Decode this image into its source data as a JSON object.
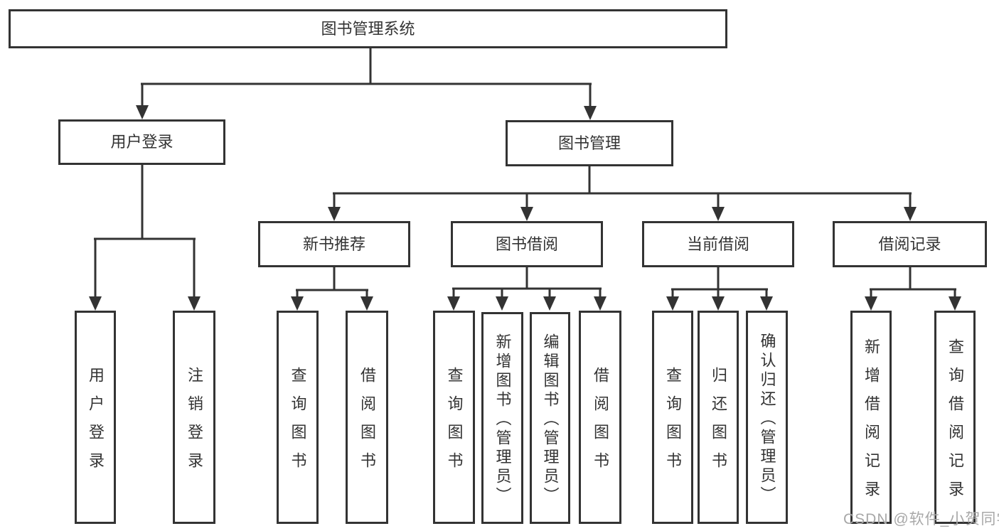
{
  "colors": {
    "line": "#333333",
    "text": "#333333",
    "watermark": "#a8a8a8"
  },
  "tree": {
    "root": {
      "label": "图书管理系统",
      "children": [
        {
          "label": "用户登录",
          "children": [
            {
              "label": "用户登录"
            },
            {
              "label": "注销登录"
            }
          ]
        },
        {
          "label": "图书管理",
          "children": [
            {
              "label": "新书推荐",
              "children": [
                {
                  "label": "查询图书"
                },
                {
                  "label": "借阅图书"
                }
              ]
            },
            {
              "label": "图书借阅",
              "children": [
                {
                  "label": "查询图书"
                },
                {
                  "label": "新增图书（管理员）"
                },
                {
                  "label": "编辑图书（管理员）"
                },
                {
                  "label": "借阅图书"
                }
              ]
            },
            {
              "label": "当前借阅",
              "children": [
                {
                  "label": "查询图书"
                },
                {
                  "label": "归还图书"
                },
                {
                  "label": "确认归还（管理员）"
                }
              ]
            },
            {
              "label": "借阅记录",
              "children": [
                {
                  "label": "新增借阅记录"
                },
                {
                  "label": "查询借阅记录"
                }
              ]
            }
          ]
        }
      ]
    }
  },
  "watermark": {
    "text": "CSDN @软件_小贺同学"
  }
}
